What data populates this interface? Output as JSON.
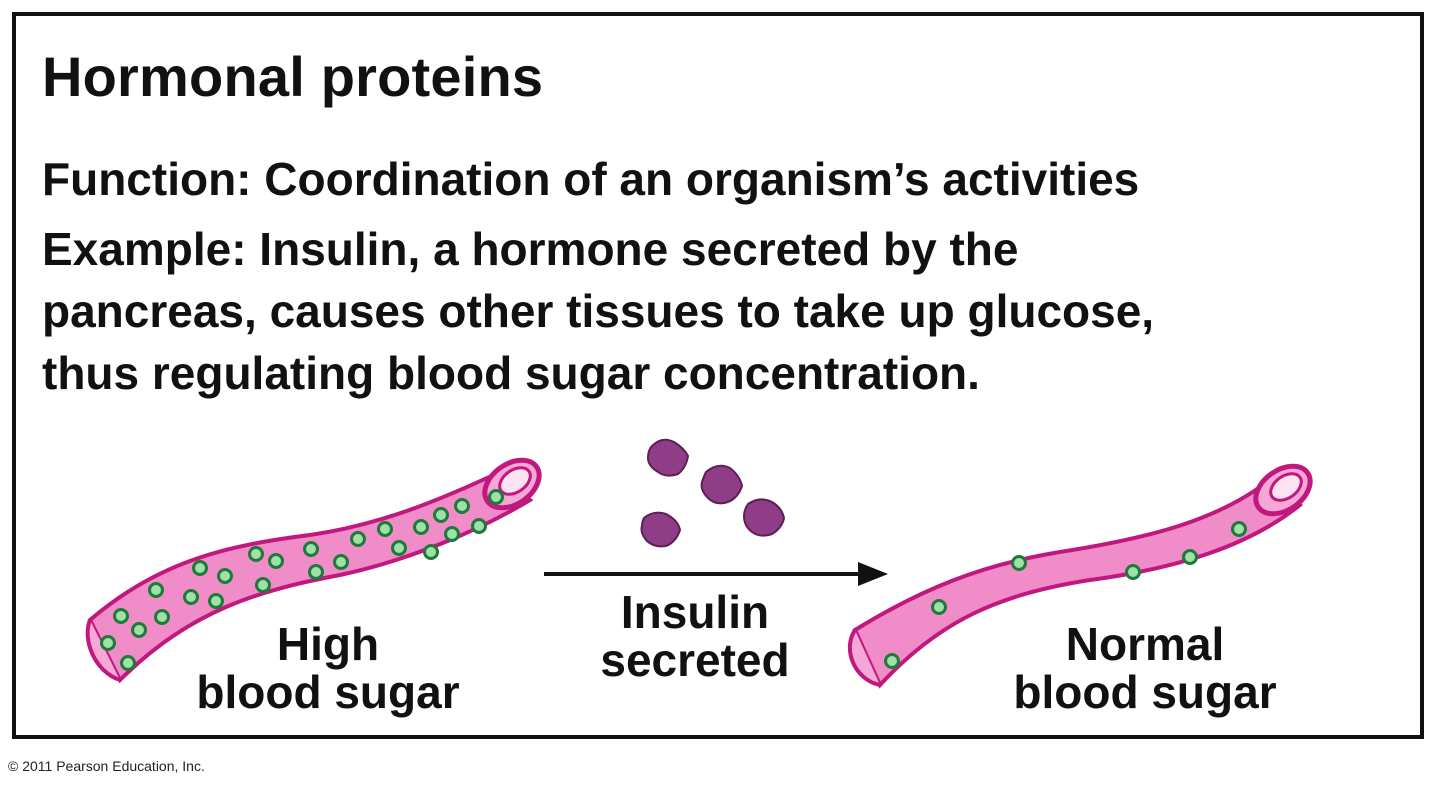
{
  "title": "Hormonal proteins",
  "function_text": "Function: Coordination of an organism’s activities",
  "example_lines": [
    "Example: Insulin, a hormone secreted by the",
    "pancreas, causes other tissues to take up glucose,",
    "thus regulating blood sugar concentration."
  ],
  "labels": {
    "high": [
      "High",
      "blood sugar"
    ],
    "insulin": [
      "Insulin",
      "secreted"
    ],
    "normal": [
      "Normal",
      "blood sugar"
    ]
  },
  "copyright": "© 2011 Pearson Education, Inc.",
  "colors": {
    "vessel_fill": "#f08cc8",
    "vessel_stroke": "#c0187f",
    "glucose_fill": "#9de0a8",
    "glucose_stroke": "#1f7a3a",
    "insulin_fill": "#8e3d86"
  }
}
